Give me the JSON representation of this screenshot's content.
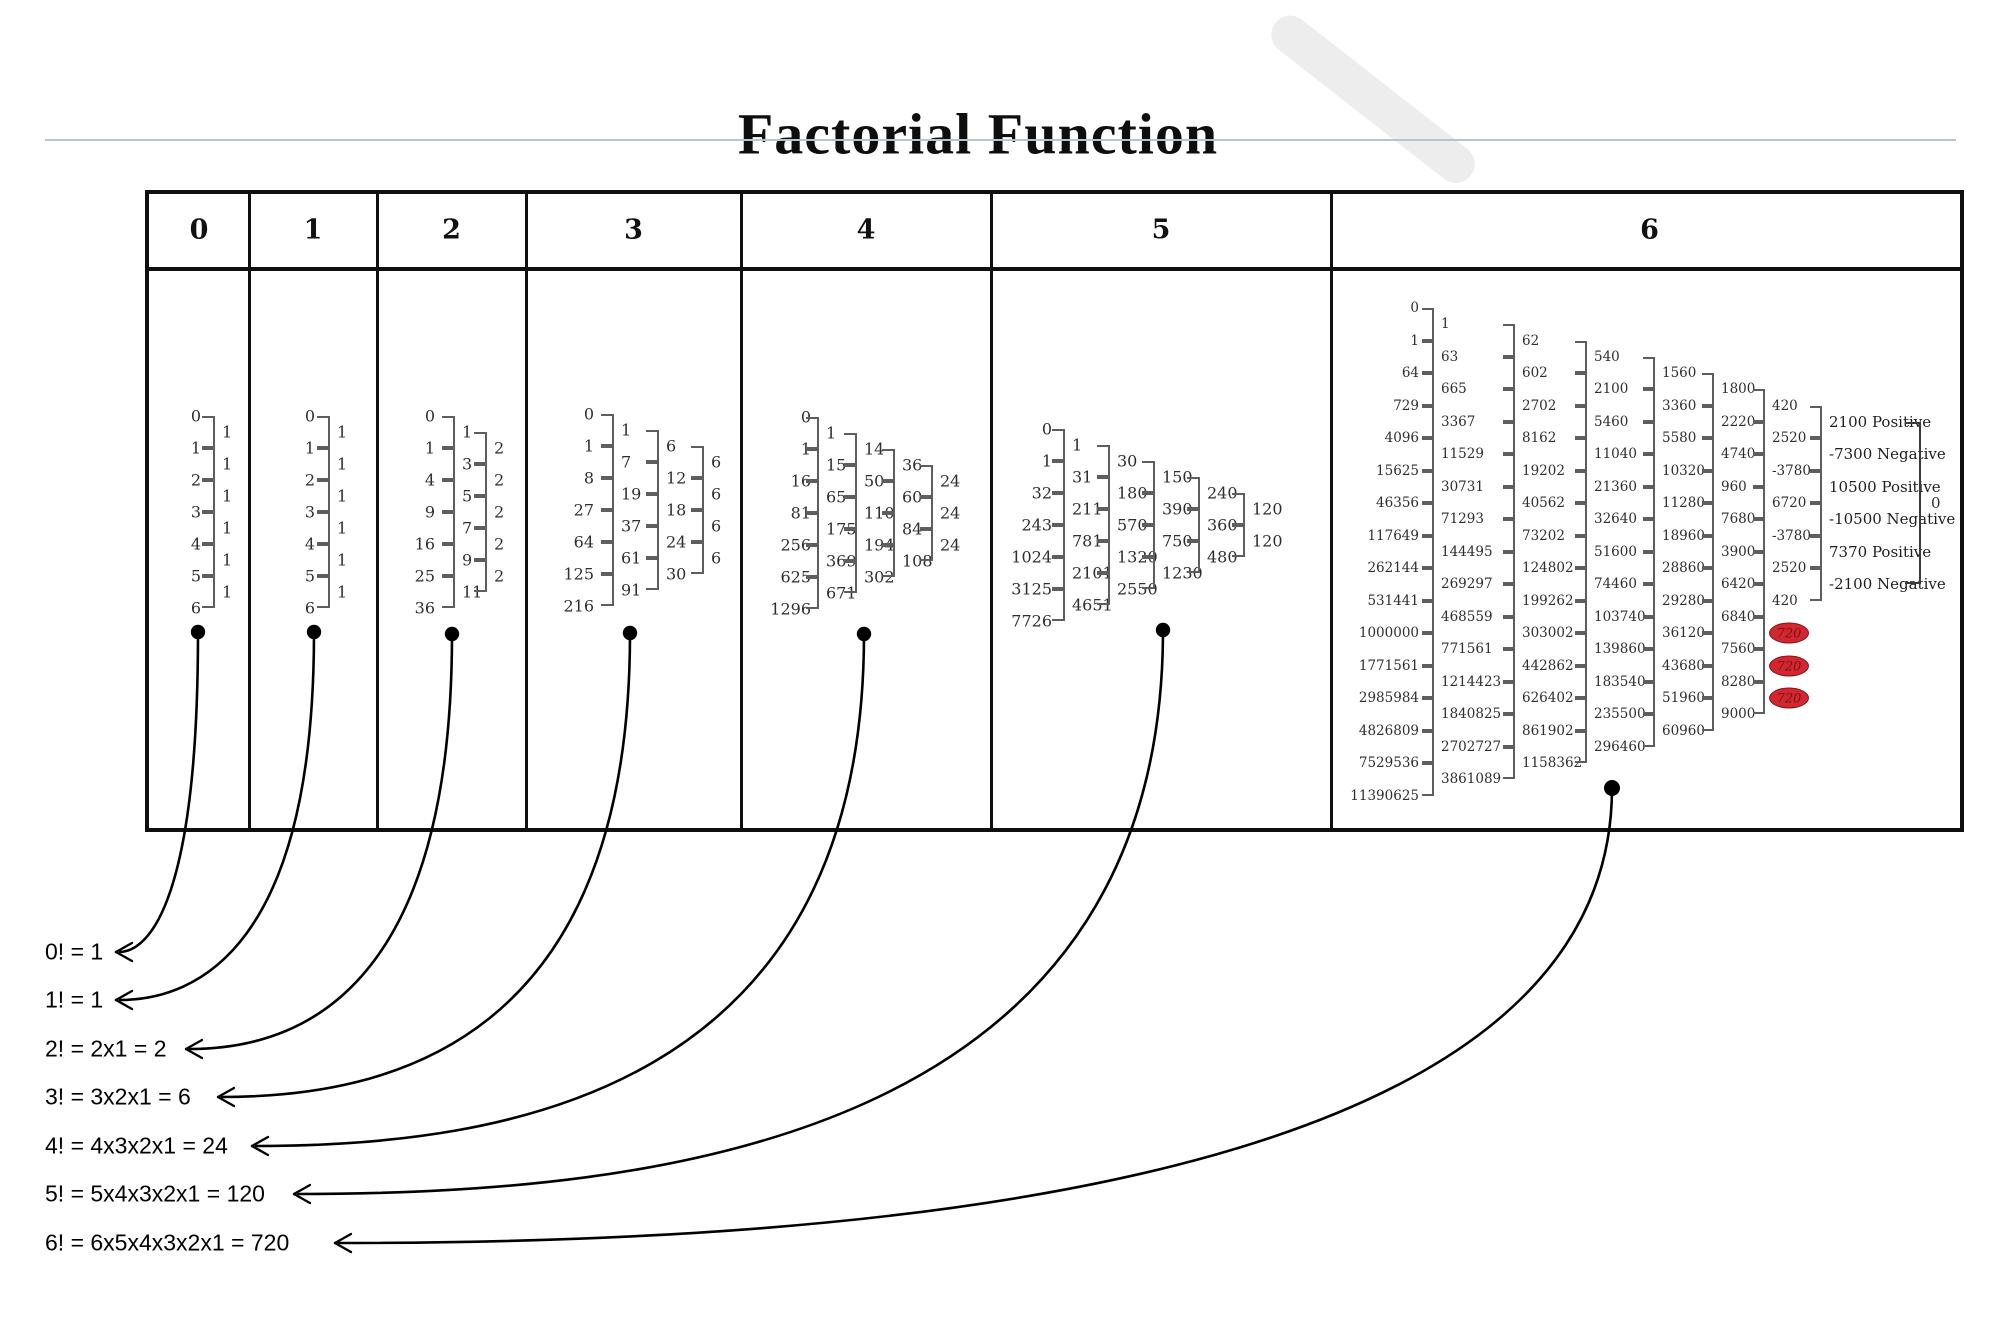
{
  "title": "Factorial Function",
  "columns": [
    {
      "header": "0",
      "levels": [
        [
          "0",
          "1",
          "2",
          "3",
          "4",
          "5",
          "6"
        ],
        [
          "1",
          "1",
          "1",
          "1",
          "1",
          "1"
        ]
      ]
    },
    {
      "header": "1",
      "levels": [
        [
          "0",
          "1",
          "2",
          "3",
          "4",
          "5",
          "6"
        ],
        [
          "1",
          "1",
          "1",
          "1",
          "1",
          "1"
        ]
      ]
    },
    {
      "header": "2",
      "levels": [
        [
          "0",
          "1",
          "4",
          "9",
          "16",
          "25",
          "36"
        ],
        [
          "1",
          "3",
          "5",
          "7",
          "9",
          "11"
        ],
        [
          "2",
          "2",
          "2",
          "2",
          "2"
        ]
      ]
    },
    {
      "header": "3",
      "levels": [
        [
          "0",
          "1",
          "8",
          "27",
          "64",
          "125",
          "216"
        ],
        [
          "1",
          "7",
          "19",
          "37",
          "61",
          "91"
        ],
        [
          "6",
          "12",
          "18",
          "24",
          "30"
        ],
        [
          "6",
          "6",
          "6",
          "6"
        ]
      ]
    },
    {
      "header": "4",
      "levels": [
        [
          "0",
          "1",
          "16",
          "81",
          "256",
          "625",
          "1296"
        ],
        [
          "1",
          "15",
          "65",
          "175",
          "369",
          "671"
        ],
        [
          "14",
          "50",
          "110",
          "194",
          "302"
        ],
        [
          "36",
          "60",
          "84",
          "108"
        ],
        [
          "24",
          "24",
          "24"
        ]
      ]
    },
    {
      "header": "5",
      "levels": [
        [
          "0",
          "1",
          "32",
          "243",
          "1024",
          "3125",
          "7726"
        ],
        [
          "1",
          "31",
          "211",
          "781",
          "2101",
          "4651"
        ],
        [
          "30",
          "180",
          "570",
          "1320",
          "2550"
        ],
        [
          "150",
          "390",
          "750",
          "1230"
        ],
        [
          "240",
          "360",
          "480"
        ],
        [
          "120",
          "120"
        ]
      ]
    },
    {
      "header": "6",
      "levels": [
        [
          "0",
          "1",
          "64",
          "729",
          "4096",
          "15625",
          "46356",
          "117649",
          "262144",
          "531441",
          "1000000",
          "1771561",
          "2985984",
          "4826809",
          "7529536",
          "11390625"
        ],
        [
          "1",
          "63",
          "665",
          "3367",
          "11529",
          "30731",
          "71293",
          "144495",
          "269297",
          "468559",
          "771561",
          "1214423",
          "1840825",
          "2702727",
          "3861089"
        ],
        [
          "62",
          "602",
          "2702",
          "8162",
          "19202",
          "40562",
          "73202",
          "124802",
          "199262",
          "303002",
          "442862",
          "626402",
          "861902",
          "1158362"
        ],
        [
          "540",
          "2100",
          "5460",
          "11040",
          "21360",
          "32640",
          "51600",
          "74460",
          "103740",
          "139860",
          "183540",
          "235500",
          "296460"
        ],
        [
          "1560",
          "3360",
          "5580",
          "10320",
          "11280",
          "18960",
          "28860",
          "29280",
          "36120",
          "43680",
          "51960",
          "60960"
        ],
        [
          "1800",
          "2220",
          "4740",
          "960",
          "7680",
          "3900",
          "6420",
          "6840",
          "7560",
          "8280",
          "9000"
        ],
        [
          "420",
          "2520",
          "-3780",
          "6720",
          "-3780",
          "2520",
          "420",
          {
            "text": "720",
            "red": true
          },
          {
            "text": "720",
            "red": true
          },
          {
            "text": "720",
            "red": true
          }
        ]
      ],
      "annotations": [
        "2100 Positive",
        "-7300 Negative",
        "10500 Positive",
        "-10500 Negative",
        "7370  Positive",
        "-2100 Negative"
      ],
      "final": "0"
    }
  ],
  "equations": [
    "0! = 1",
    "1! = 1",
    "2! = 2x1 = 2",
    "3! = 3x2x1 = 6",
    "4! = 4x3x2x1 = 24",
    "5! = 5x4x3x2x1 = 120",
    "6! = 6x5x4x3x2x1 = 720"
  ],
  "colors": {
    "oval_red": "#d22730",
    "divider_blue": "#b3c6d0",
    "line_black": "#000000",
    "bracket_gray": "#5e5e5e"
  }
}
